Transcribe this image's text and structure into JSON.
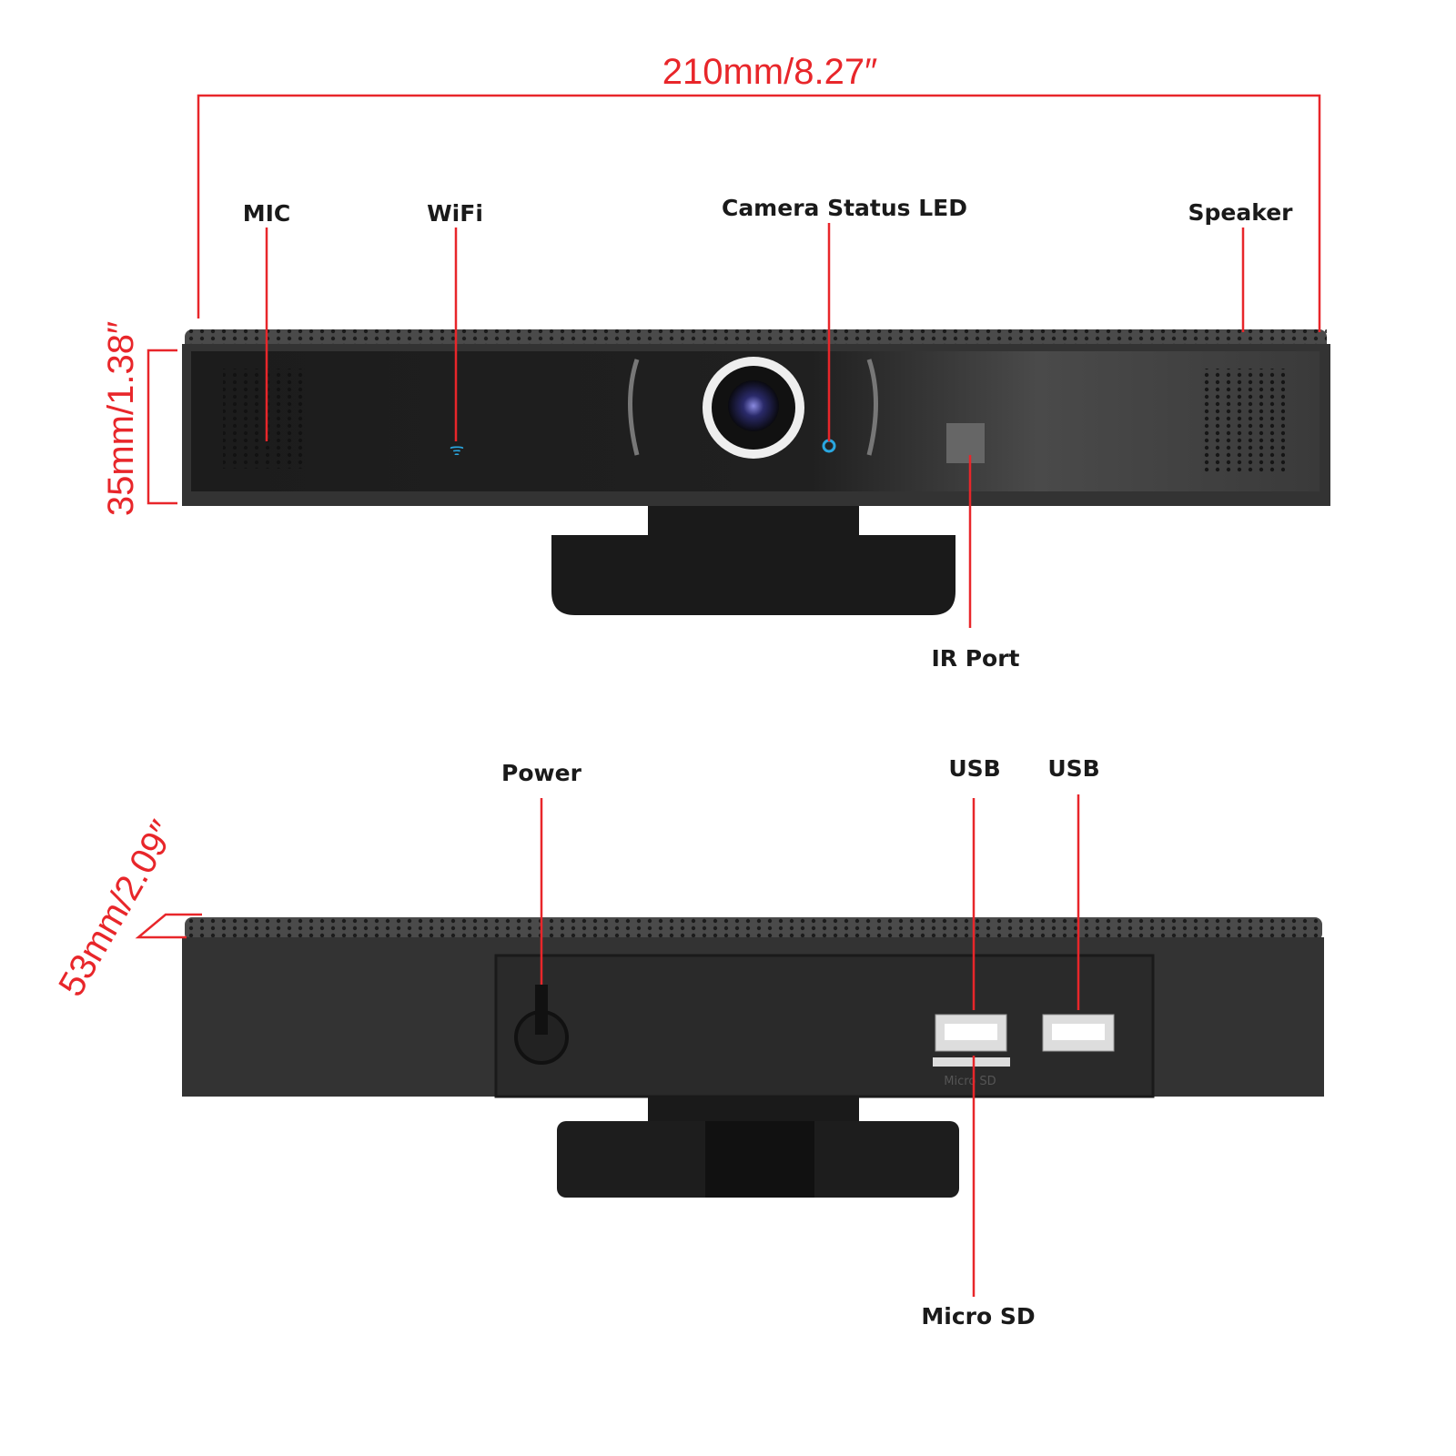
{
  "dimensions": {
    "width": "210mm/8.27″",
    "height": "35mm/1.38″",
    "depth": "53mm/2.09″"
  },
  "front_labels": {
    "mic": "MIC",
    "wifi": "WiFi",
    "camera_status_led": "Camera  Status  LED",
    "speaker": "Speaker",
    "ir_port": "IR Port"
  },
  "back_labels": {
    "power": "Power",
    "usb_1": "USB",
    "usb_2": "USB",
    "micro_sd": "Micro SD",
    "micro_sd_printed": "Micro  SD"
  },
  "colors": {
    "annotation": "#e8262a",
    "device_body": "#2b2b2b",
    "indicator_blue": "#2aa7e0"
  }
}
